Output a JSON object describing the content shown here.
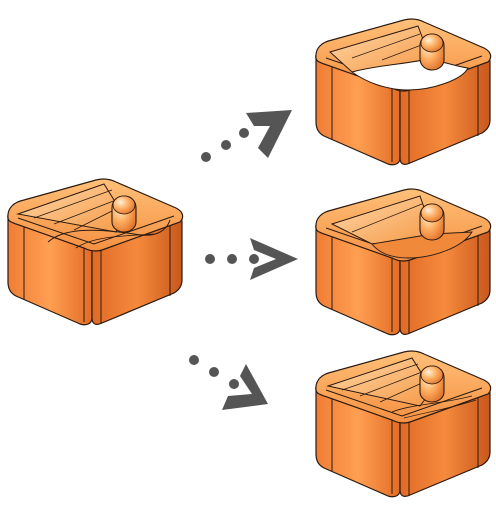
{
  "diagram": {
    "source_shape": "bracket-block",
    "variants": [
      "variant-top",
      "variant-middle",
      "variant-bottom"
    ],
    "colors": {
      "body_light": "#ffb062",
      "body_mid": "#f5893a",
      "body_dark": "#cc5d1f",
      "edge": "#2b1a10",
      "arrow": "#555555",
      "highlight": "#ffe3bd"
    },
    "arrow_icon": "dotted-arrow-icon"
  }
}
